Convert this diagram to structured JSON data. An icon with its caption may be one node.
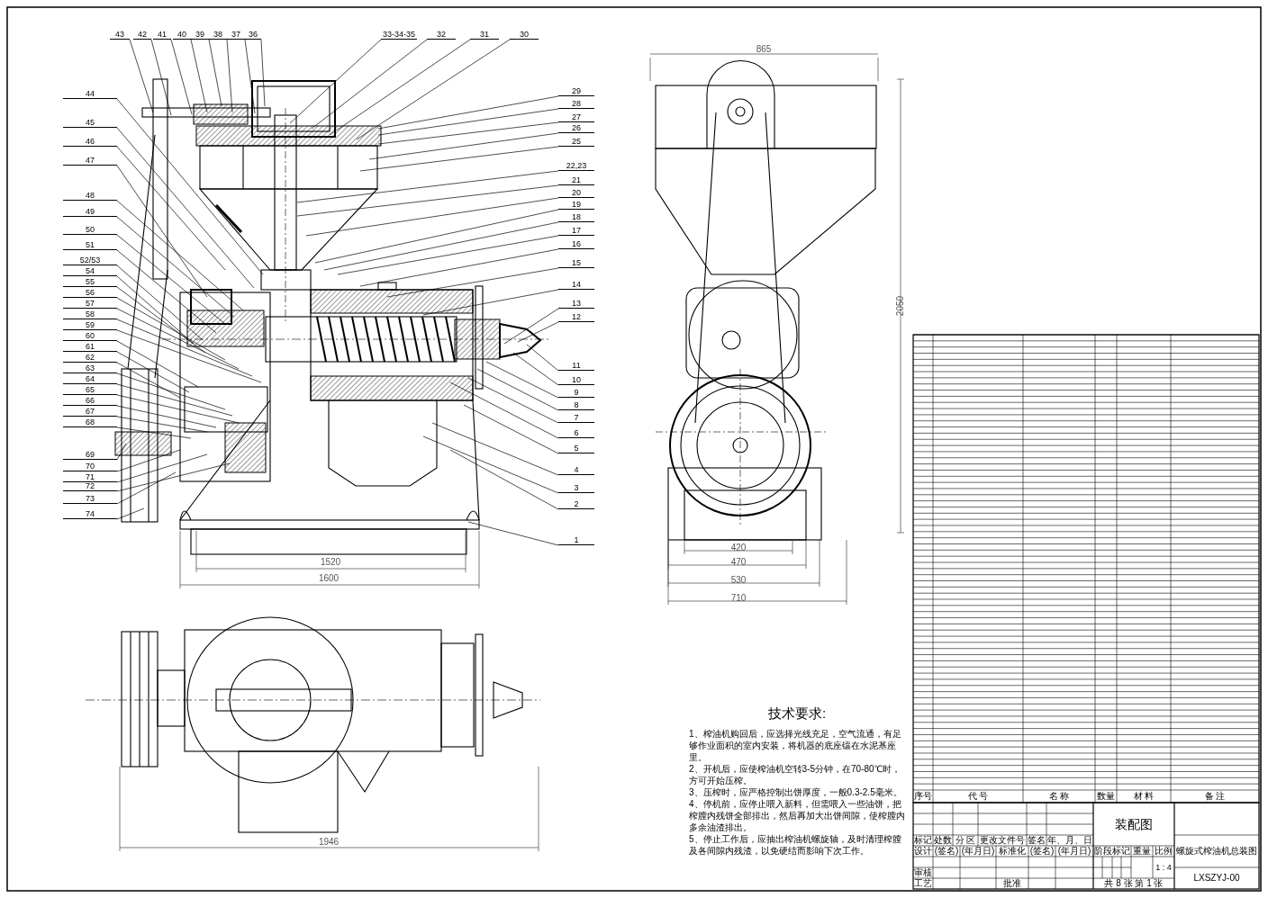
{
  "diagram": {
    "nodes": [
      {
        "text": [
          "43"
        ]
      },
      {
        "text": [
          "42"
        ]
      },
      {
        "text": [
          "41"
        ]
      },
      {
        "text": [
          "40"
        ]
      },
      {
        "text": [
          "39"
        ]
      },
      {
        "text": [
          "38"
        ]
      },
      {
        "text": [
          "37"
        ]
      },
      {
        "text": [
          "36"
        ]
      },
      {
        "text": [
          "33-34-35"
        ]
      },
      {
        "text": [
          "32"
        ]
      },
      {
        "text": [
          "31"
        ]
      },
      {
        "text": [
          "30"
        ]
      },
      {
        "text": [
          "29"
        ]
      },
      {
        "text": [
          "28"
        ]
      },
      {
        "text": [
          "27"
        ]
      },
      {
        "text": [
          "26"
        ]
      },
      {
        "text": [
          "25"
        ]
      },
      {
        "text": [
          "22,23"
        ]
      },
      {
        "text": [
          "21"
        ]
      },
      {
        "text": [
          "20"
        ]
      },
      {
        "text": [
          "19"
        ]
      },
      {
        "text": [
          "18"
        ]
      },
      {
        "text": [
          "17"
        ]
      },
      {
        "text": [
          "16"
        ]
      },
      {
        "text": [
          "15"
        ]
      },
      {
        "text": [
          "14"
        ]
      },
      {
        "text": [
          "13"
        ]
      },
      {
        "text": [
          "12"
        ]
      },
      {
        "text": [
          "11"
        ]
      },
      {
        "text": [
          "10"
        ]
      },
      {
        "text": [
          "9"
        ]
      },
      {
        "text": [
          "8"
        ]
      },
      {
        "text": [
          "7"
        ]
      },
      {
        "text": [
          "6"
        ]
      },
      {
        "text": [
          "5"
        ]
      },
      {
        "text": [
          "4"
        ]
      },
      {
        "text": [
          "3"
        ]
      },
      {
        "text": [
          "2"
        ]
      },
      {
        "text": [
          "1"
        ]
      },
      {
        "text": [
          "44"
        ]
      },
      {
        "text": [
          "45"
        ]
      },
      {
        "text": [
          "46"
        ]
      },
      {
        "text": [
          "47"
        ]
      },
      {
        "text": [
          "48"
        ]
      },
      {
        "text": [
          "49"
        ]
      },
      {
        "text": [
          "50"
        ]
      },
      {
        "text": [
          "51"
        ]
      },
      {
        "text": [
          "52/53"
        ]
      },
      {
        "text": [
          "54"
        ]
      },
      {
        "text": [
          "55"
        ]
      },
      {
        "text": [
          "56"
        ]
      },
      {
        "text": [
          "57"
        ]
      },
      {
        "text": [
          "58"
        ]
      },
      {
        "text": [
          "59"
        ]
      },
      {
        "text": [
          "60"
        ]
      },
      {
        "text": [
          "61"
        ]
      },
      {
        "text": [
          "62"
        ]
      },
      {
        "text": [
          "63"
        ]
      },
      {
        "text": [
          "64"
        ]
      },
      {
        "text": [
          "65"
        ]
      },
      {
        "text": [
          "66"
        ]
      },
      {
        "text": [
          "67"
        ]
      },
      {
        "text": [
          "68"
        ]
      },
      {
        "text": [
          "69"
        ]
      },
      {
        "text": [
          "70"
        ]
      },
      {
        "text": [
          "71"
        ]
      },
      {
        "text": [
          "72"
        ]
      },
      {
        "text": [
          "73"
        ]
      },
      {
        "text": [
          "74"
        ]
      }
    ],
    "edges": [
      {
        "from": 0,
        "to": null,
        "arrow": "none"
      },
      {
        "from": 1,
        "to": null,
        "arrow": "none"
      },
      {
        "from": 2,
        "to": null,
        "arrow": "none"
      },
      {
        "from": 3,
        "to": null,
        "arrow": "none"
      },
      {
        "from": 4,
        "to": null,
        "arrow": "none"
      },
      {
        "from": 5,
        "to": null,
        "arrow": "none"
      },
      {
        "from": 6,
        "to": null,
        "arrow": "none"
      },
      {
        "from": 7,
        "to": null,
        "arrow": "none"
      },
      {
        "from": 8,
        "to": null,
        "arrow": "none"
      },
      {
        "from": 9,
        "to": null,
        "arrow": "none"
      },
      {
        "from": 10,
        "to": null,
        "arrow": "none"
      },
      {
        "from": 11,
        "to": null,
        "arrow": "none"
      },
      {
        "from": 12,
        "to": null,
        "arrow": "none"
      },
      {
        "from": 13,
        "to": null,
        "arrow": "none"
      },
      {
        "from": 14,
        "to": null,
        "arrow": "none"
      },
      {
        "from": 15,
        "to": null,
        "arrow": "none"
      },
      {
        "from": 16,
        "to": null,
        "arrow": "none"
      },
      {
        "from": 17,
        "to": null,
        "arrow": "none"
      },
      {
        "from": 18,
        "to": null,
        "arrow": "none"
      },
      {
        "from": 19,
        "to": null,
        "arrow": "none"
      },
      {
        "from": 20,
        "to": null,
        "arrow": "none"
      },
      {
        "from": 21,
        "to": null,
        "arrow": "none"
      },
      {
        "from": 22,
        "to": null,
        "arrow": "none"
      },
      {
        "from": 23,
        "to": null,
        "arrow": "none"
      },
      {
        "from": 24,
        "to": null,
        "arrow": "none"
      },
      {
        "from": 25,
        "to": null,
        "arrow": "none"
      },
      {
        "from": 26,
        "to": null,
        "arrow": "none"
      },
      {
        "from": 27,
        "to": null,
        "arrow": "none"
      },
      {
        "from": 28,
        "to": null,
        "arrow": "none"
      },
      {
        "from": 29,
        "to": null,
        "arrow": "none"
      },
      {
        "from": 30,
        "to": null,
        "arrow": "none"
      },
      {
        "from": 31,
        "to": null,
        "arrow": "none"
      },
      {
        "from": 32,
        "to": null,
        "arrow": "none"
      },
      {
        "from": 33,
        "to": null,
        "arrow": "none"
      },
      {
        "from": 34,
        "to": null,
        "arrow": "none"
      },
      {
        "from": 35,
        "to": null,
        "arrow": "none"
      },
      {
        "from": 36,
        "to": null,
        "arrow": "none"
      },
      {
        "from": 37,
        "to": null,
        "arrow": "none"
      },
      {
        "from": 38,
        "to": null,
        "arrow": "none"
      },
      {
        "from": 39,
        "to": null,
        "arrow": "none"
      },
      {
        "from": 40,
        "to": null,
        "arrow": "none"
      },
      {
        "from": 41,
        "to": null,
        "arrow": "none"
      },
      {
        "from": 42,
        "to": null,
        "arrow": "none"
      },
      {
        "from": 43,
        "to": null,
        "arrow": "none"
      },
      {
        "from": 44,
        "to": null,
        "arrow": "none"
      },
      {
        "from": 45,
        "to": null,
        "arrow": "none"
      },
      {
        "from": 46,
        "to": null,
        "arrow": "none"
      },
      {
        "from": 47,
        "to": null,
        "arrow": "none"
      },
      {
        "from": 48,
        "to": null,
        "arrow": "none"
      },
      {
        "from": 49,
        "to": null,
        "arrow": "none"
      },
      {
        "from": 50,
        "to": null,
        "arrow": "none"
      },
      {
        "from": 51,
        "to": null,
        "arrow": "none"
      },
      {
        "from": 52,
        "to": null,
        "arrow": "none"
      },
      {
        "from": 53,
        "to": null,
        "arrow": "none"
      },
      {
        "from": 54,
        "to": null,
        "arrow": "none"
      },
      {
        "from": 55,
        "to": null,
        "arrow": "none"
      },
      {
        "from": 56,
        "to": null,
        "arrow": "none"
      },
      {
        "from": 57,
        "to": null,
        "arrow": "none"
      },
      {
        "from": 58,
        "to": null,
        "arrow": "none"
      },
      {
        "from": 59,
        "to": null,
        "arrow": "none"
      },
      {
        "from": 60,
        "to": null,
        "arrow": "none"
      },
      {
        "from": 61,
        "to": null,
        "arrow": "none"
      },
      {
        "from": 62,
        "to": null,
        "arrow": "none"
      },
      {
        "from": 63,
        "to": null,
        "arrow": "none"
      },
      {
        "from": 64,
        "to": null,
        "arrow": "none"
      },
      {
        "from": 65,
        "to": null,
        "arrow": "none"
      },
      {
        "from": 66,
        "to": null,
        "arrow": "none"
      },
      {
        "from": 67,
        "to": null,
        "arrow": "none"
      },
      {
        "from": 68,
        "to": null,
        "arrow": "none"
      }
    ],
    "labels": [
      "1520",
      "1600",
      "865",
      "2050",
      "420",
      "470",
      "530",
      "710",
      "1946",
      "技术要求:",
      "1、榨油机购回后，应选择光线充足，空气流通，有足够作业面积的室内安装，将机器的底座镶在水泥基座里。",
      "2、开机后，应使榨油机空转3-5分钟，在70-80℃时，方可开始压榨。",
      "3、压榨时，应严格控制出饼厚度，一般0.3-2.5毫米。",
      "4、停机前，应停止喂入新料，但需喂入一些油饼，把榨膛内残饼全部排出，然后再加大出饼间隙，使榨膛内多余油渣排出。",
      "5、停止工作后，应抽出榨油机螺旋轴，及时清理榨膛及各间隙内残渣，以免硬结而影响下次工作。",
      "序号",
      "代 号",
      "名 称",
      "数量",
      "材 料",
      "备 注",
      "标记",
      "处数",
      "分 区",
      "更改文件号",
      "签名",
      "年、月、日",
      "设计",
      "(签名)",
      "(年月日)",
      "标准化",
      "(签名)",
      "(年月日)",
      "审核",
      "工艺",
      "批准",
      "装配图",
      "阶段标记",
      "重量",
      "比例",
      "1 : 4",
      "共 8 张 第 1 张",
      "螺旋式榨油机总装图",
      "LXSZYJ-00"
    ]
  }
}
